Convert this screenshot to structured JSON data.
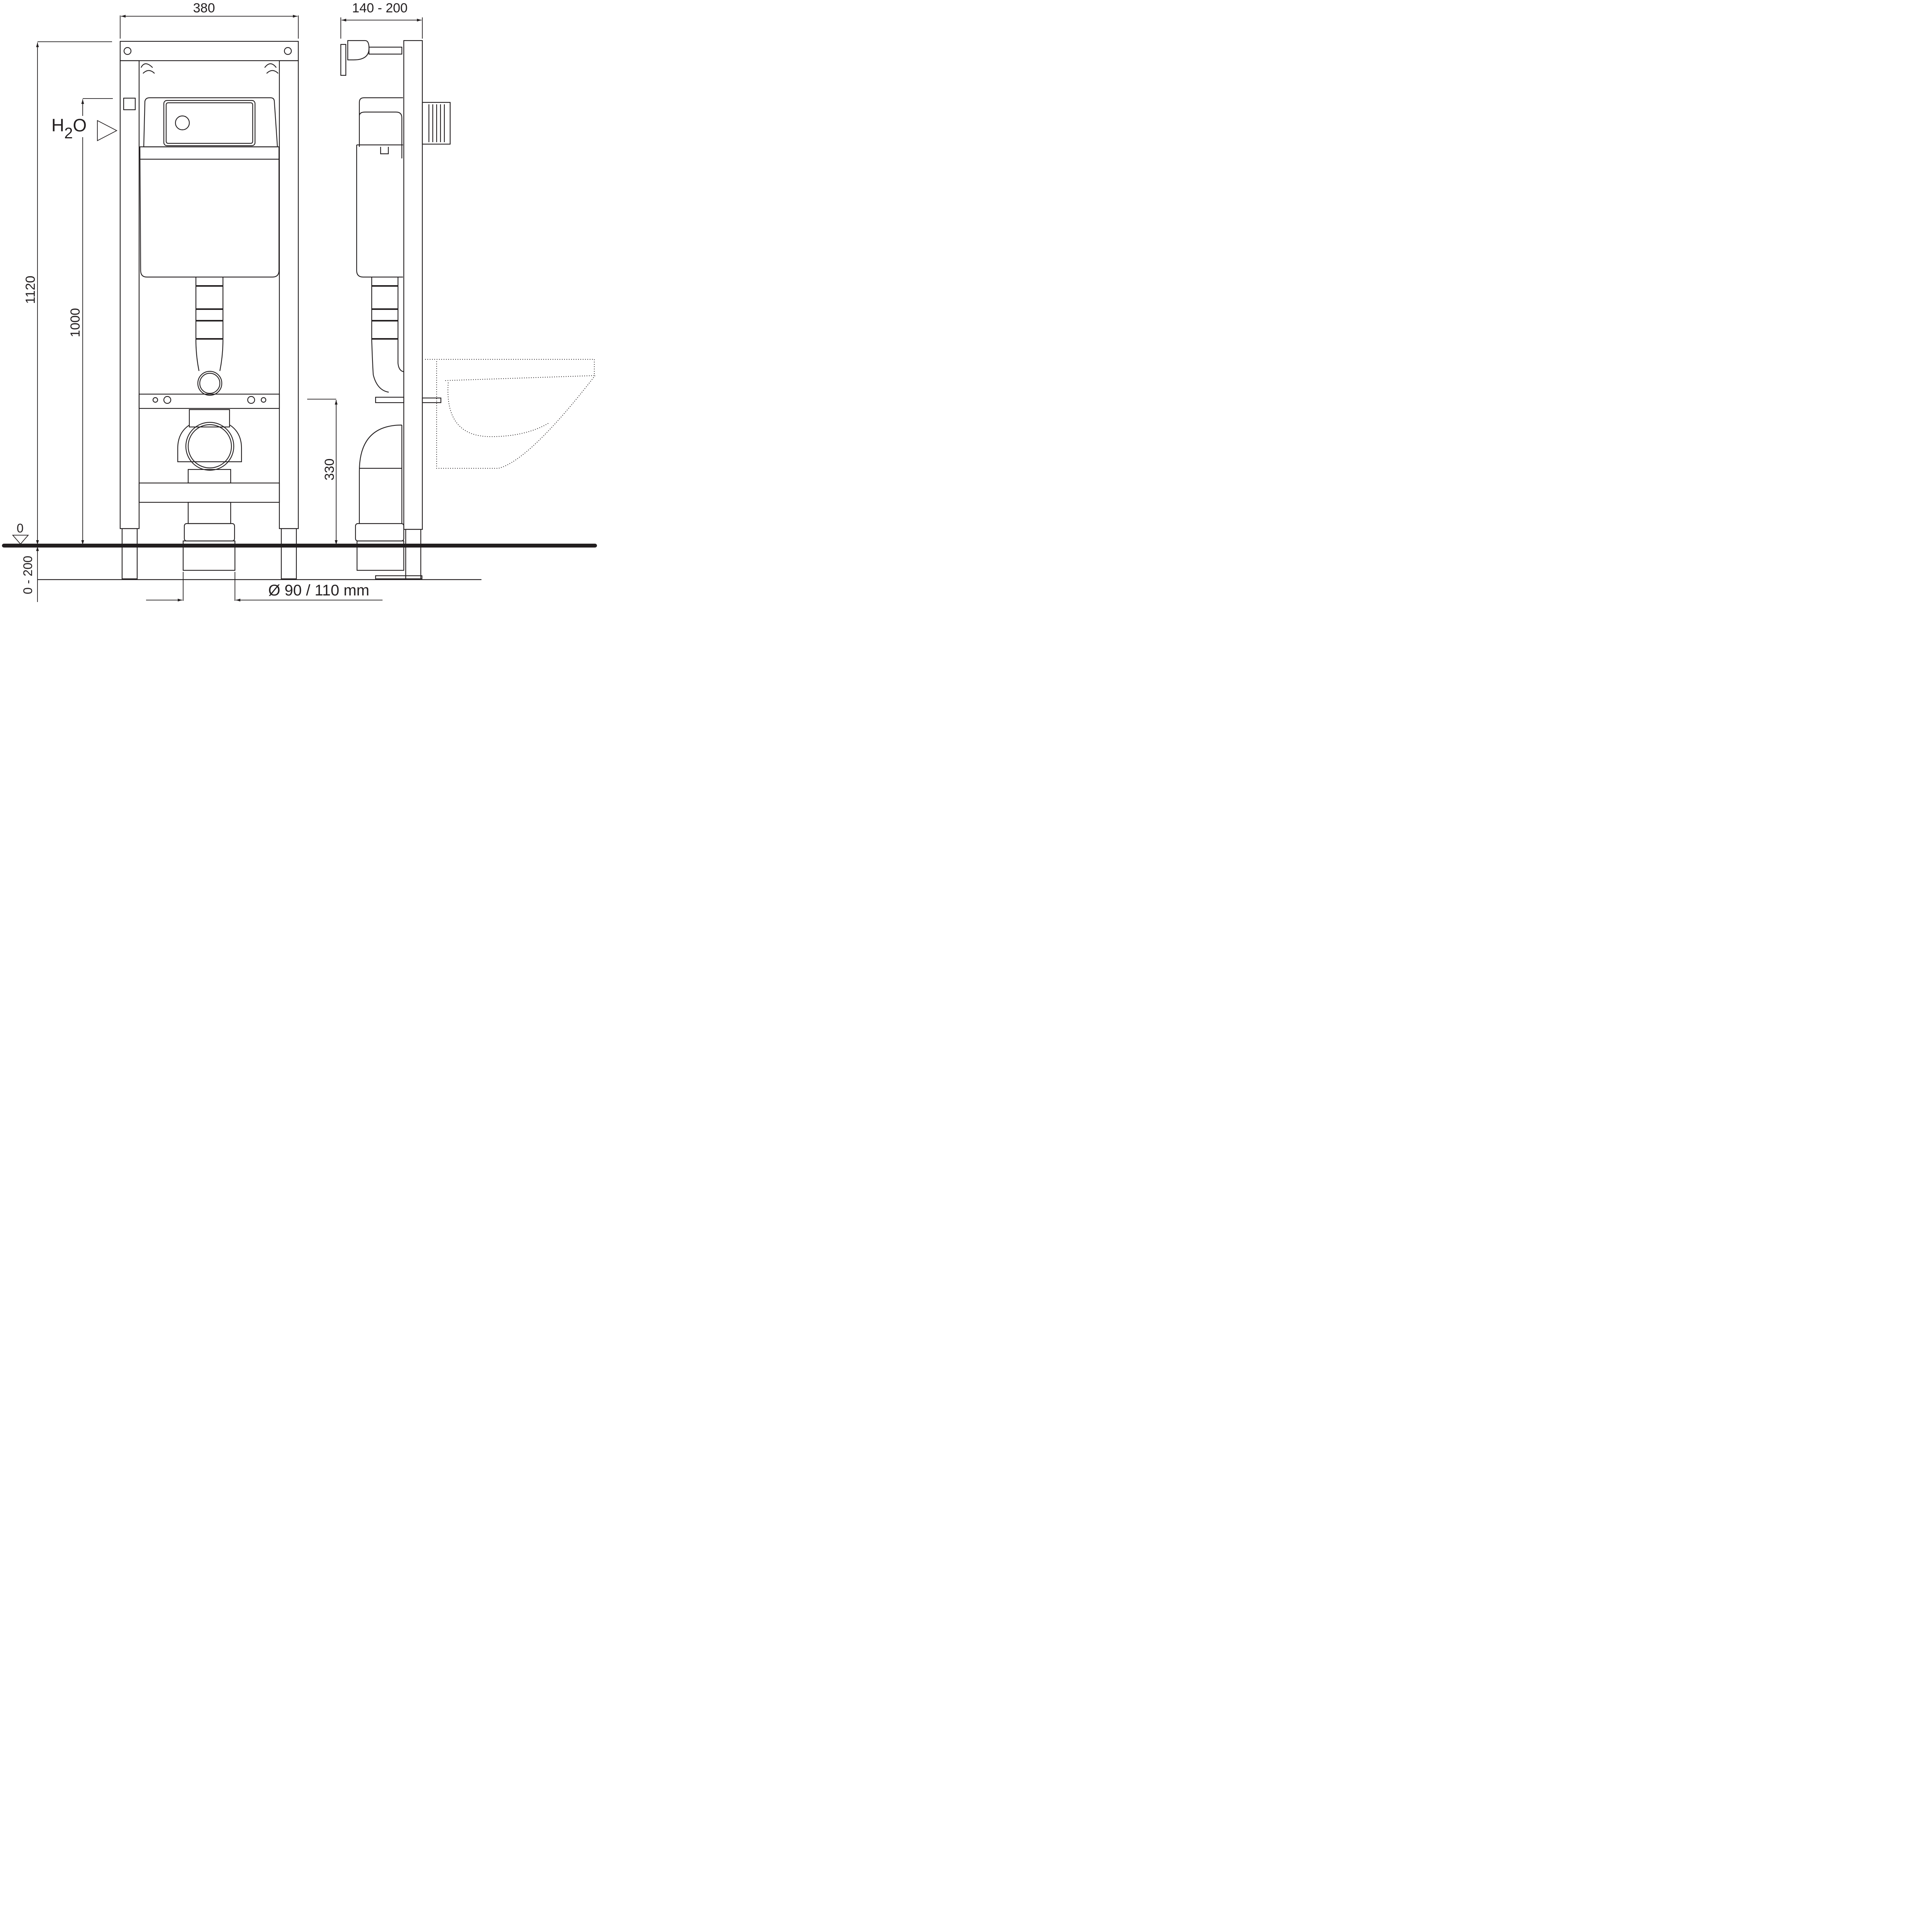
{
  "dimensions": {
    "width_front": "380",
    "depth_side": "140 - 200",
    "total_height": "1120",
    "water_inlet_height": "1000",
    "water_label_main": "H",
    "water_label_sub": "2",
    "water_label_end": "O",
    "bolt_height": "330",
    "floor_zero": "0",
    "floor_adjust": "0 - 200",
    "pipe_diameter": "Ø 90 / 110 mm"
  },
  "colors": {
    "line": "#231f20",
    "background": "#ffffff"
  }
}
